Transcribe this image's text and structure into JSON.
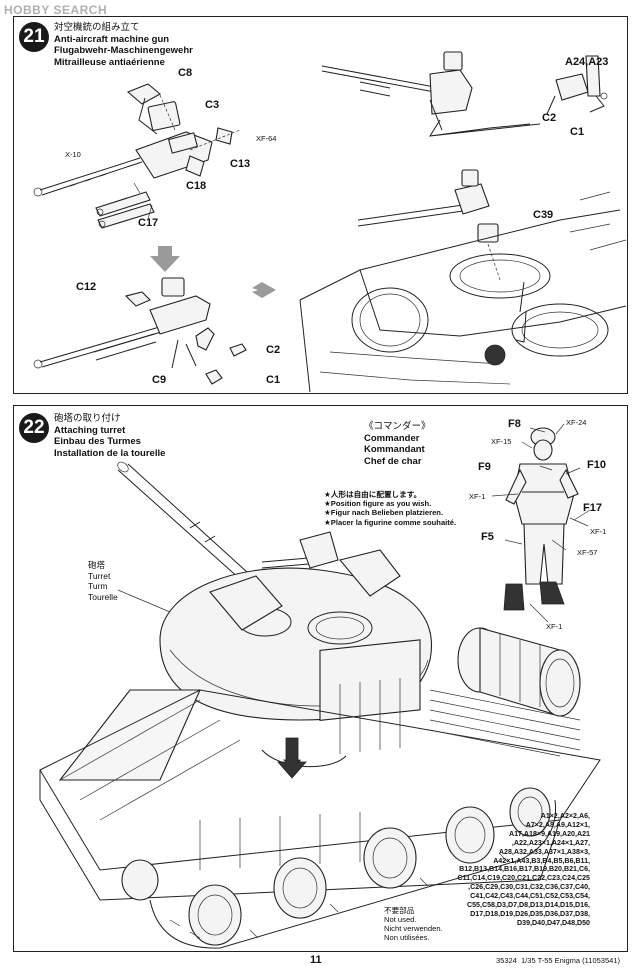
{
  "watermark": "HOBBY SEARCH",
  "step21": {
    "number": "21",
    "title_jp": "対空機銃の組み立て",
    "title_en": "Anti-aircraft machine gun",
    "title_de": "Flugabwehr-Maschinengewehr",
    "title_fr": "Mitrailleuse antiaérienne",
    "labels": {
      "c8": "C8",
      "c3": "C3",
      "c13": "C13",
      "c18": "C18",
      "c17": "C17",
      "xf64": "XF-64",
      "x10": "X-10",
      "a24a23": "A24,A23",
      "c2_top": "C2",
      "c1_top": "C1",
      "c39": "C39",
      "c12": "C12",
      "c9": "C9",
      "c2_bottom": "C2",
      "c1_bottom": "C1"
    }
  },
  "step22": {
    "number": "22",
    "title_jp": "砲塔の取り付け",
    "title_en": "Attaching turret",
    "title_de": "Einbau des Turmes",
    "title_fr": "Installation de la tourelle",
    "commander_jp": "《コマンダー》",
    "commander_en": "Commander",
    "commander_de": "Kommandant",
    "commander_fr": "Chef de char",
    "figure_note": [
      "★人形は自由に配置します。",
      "★Position figure as you wish.",
      "★Figur nach Belieben platzieren.",
      "★Placer la figurine comme souhaité."
    ],
    "turret_jp": "砲塔",
    "turret_en": "Turret",
    "turret_de": "Turm",
    "turret_fr": "Tourelle",
    "figure_labels": {
      "f8": "F8",
      "xf24": "XF-24",
      "xf15": "XF-15",
      "f9": "F9",
      "f10": "F10",
      "xf1_a": "XF-1",
      "f17": "F17",
      "xf1_b": "XF-1",
      "f5": "F5",
      "xf57": "XF-57",
      "xf1_c": "XF-1"
    },
    "parts_list": [
      "A1×2,A2×2,A6,",
      "A7×2,A8,A9,A12×1,",
      "A17,A18×9,A19,A20,A21",
      ",A22,A23×1,A24×1,A27,",
      "A28,A32,A33,A37×1,A38×3,",
      "A42×1,A43,B3,B4,B5,B6,B11,",
      "B12,B13,B14,B16,B17,B19,B20,B21,C6,",
      "C11,C14,C19,C20,C21,C22,C23,C24,C25",
      ",C26,C29,C30,C31,C32,C36,C37,C40,",
      "C41,C42,C43,C44,C51,C52,C53,C54,",
      "C55,C58,D3,D7,D8,D13,D14,D15,D16,",
      "D17,D18,D19,D26,D35,D36,D37,D38,",
      "D39,D40,D47,D48,D50"
    ],
    "not_used": [
      "不要部品",
      "Not used.",
      "Nicht verwenden.",
      "Non utilisées."
    ]
  },
  "footer": {
    "page_number": "11",
    "reference": "35324  1/35 T-55 Enigma (11053541)"
  }
}
